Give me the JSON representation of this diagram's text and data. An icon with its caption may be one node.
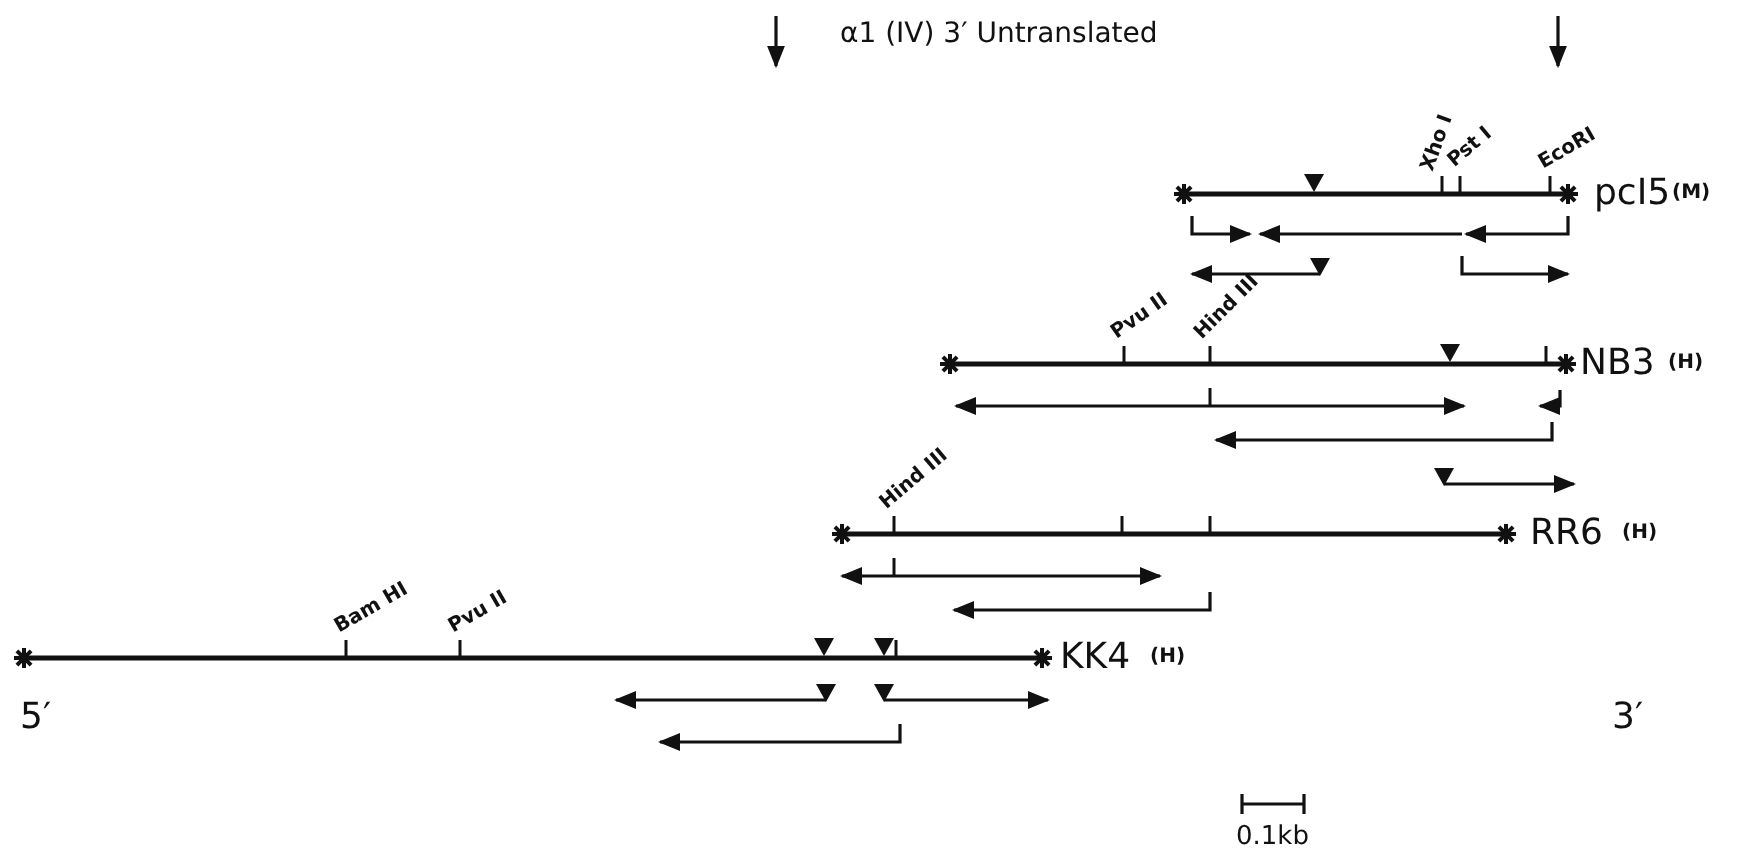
{
  "diagram": {
    "labels": [
      "α1 (IV) 3′ Untranslated",
      "Xho I",
      "Pst I",
      "EcoRI",
      "pcI5",
      "(M)",
      "Pvu II",
      "Hind III",
      "NB3",
      "(H)",
      "Hind III",
      "RR6",
      "(H)",
      "Bam HI",
      "Pvu II",
      "KK4",
      "(H)",
      "5′",
      "3′",
      "0.1kb"
    ]
  }
}
